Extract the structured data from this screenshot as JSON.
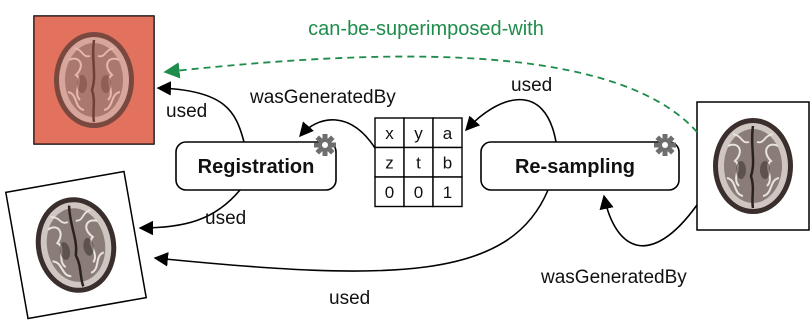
{
  "diagram": {
    "relation_label": "can-be-superimposed-with",
    "relation_color": "#1e8c4a",
    "processes": {
      "registration": "Registration",
      "resampling": "Re-sampling"
    },
    "edge_labels": {
      "reg_used_source": "used",
      "reg_generated_matrix": "wasGeneratedBy",
      "reg_used_target": "used",
      "resamp_used_matrix": "used",
      "resamp_generated_output": "wasGeneratedBy",
      "resamp_used_input": "used"
    },
    "matrix": [
      [
        "x",
        "y",
        "a"
      ],
      [
        "z",
        "t",
        "b"
      ],
      [
        "0",
        "0",
        "1"
      ]
    ],
    "icons": {
      "process": "gear-icon",
      "image": "brain-scan-icon"
    },
    "colors": {
      "highlighted_image_bg": "#e2725f"
    }
  }
}
